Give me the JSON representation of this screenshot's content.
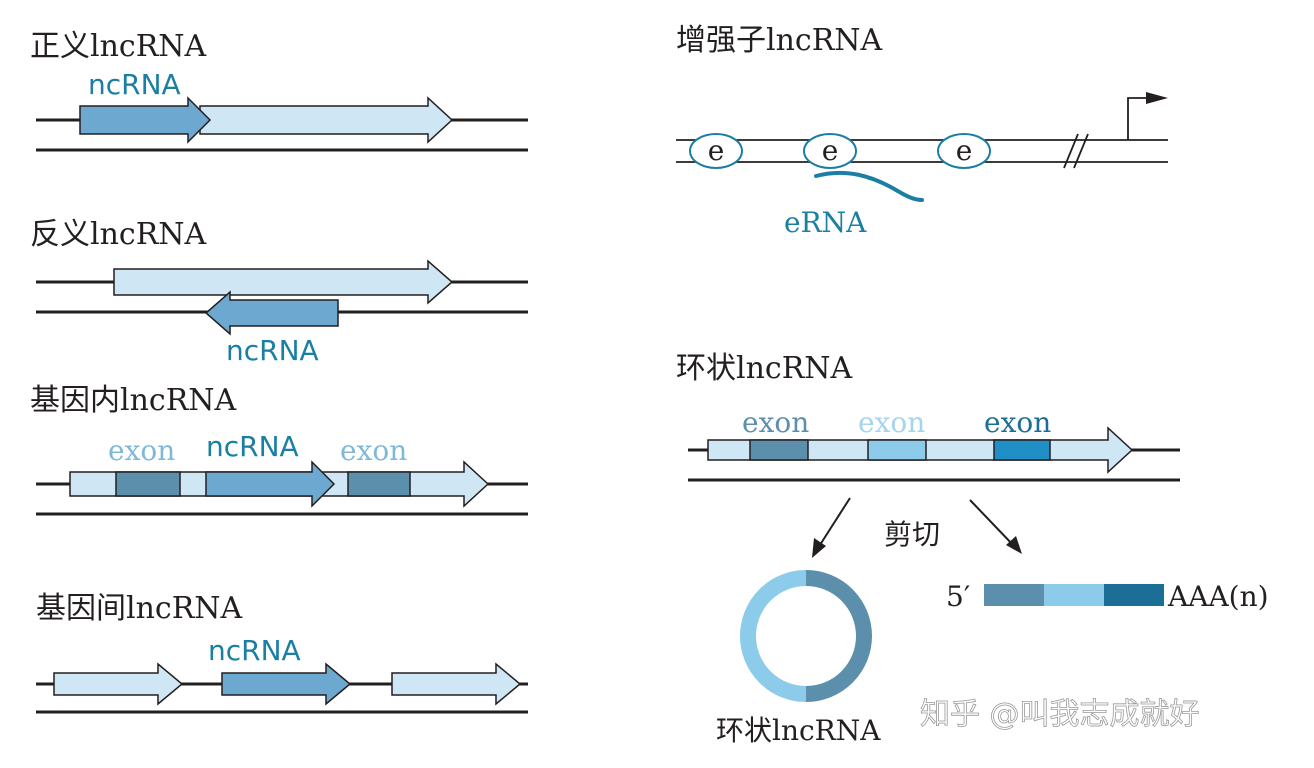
{
  "panels": {
    "sense": {
      "title": "正义lncRNA",
      "label": "ncRNA"
    },
    "antisense": {
      "title": "反义lncRNA",
      "label": "ncRNA"
    },
    "intronic": {
      "title": "基因内lncRNA",
      "exon_left": "exon",
      "label": "ncRNA",
      "exon_right": "exon"
    },
    "intergenic": {
      "title": "基因间lncRNA",
      "label": "ncRNA"
    },
    "enhancer": {
      "title": "增强子lncRNA",
      "e1": "e",
      "e2": "e",
      "e3": "e",
      "label": "eRNA"
    },
    "circular": {
      "title": "环状lncRNA",
      "exon1": "exon",
      "exon2": "exon",
      "exon3": "exon",
      "splice": "剪切",
      "five_prime": "5′",
      "polyA": "AAA(n)",
      "circle_label": "环状lncRNA"
    }
  },
  "watermark": "知乎 @叫我志成就好",
  "colors": {
    "line": "#231f20",
    "pale": "#cfe6f4",
    "light": "#8ccbe9",
    "mid": "#6ca8cf",
    "dark": "#5b8fac",
    "deep": "#1f8fc5",
    "label_teal": "#1b7fa3",
    "label_pale": "#7fb9d6"
  }
}
